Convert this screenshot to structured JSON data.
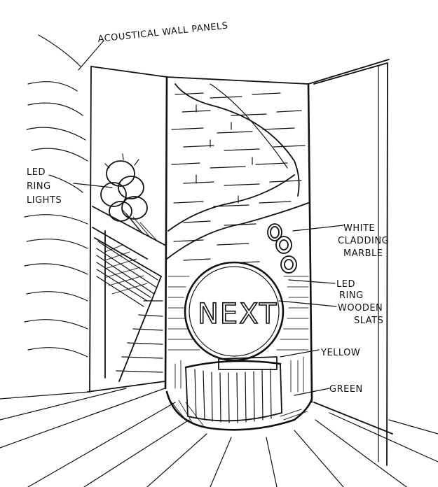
{
  "labels": {
    "acoustical": "ACOUSTICAL WALL PANELS",
    "led_ring_1": "LED",
    "led_ring_2": "RING",
    "led_ring_3": "LIGHTS",
    "white_1": "WHITE",
    "white_2": "CLADDING",
    "white_3": "MARBLE",
    "led_1": "LED",
    "led_2": "RING",
    "wooden_1": "WOODEN",
    "wooden_2": "SLATS",
    "yellow": "YELLOW",
    "green": "GREEN",
    "sign": "NEXT"
  }
}
